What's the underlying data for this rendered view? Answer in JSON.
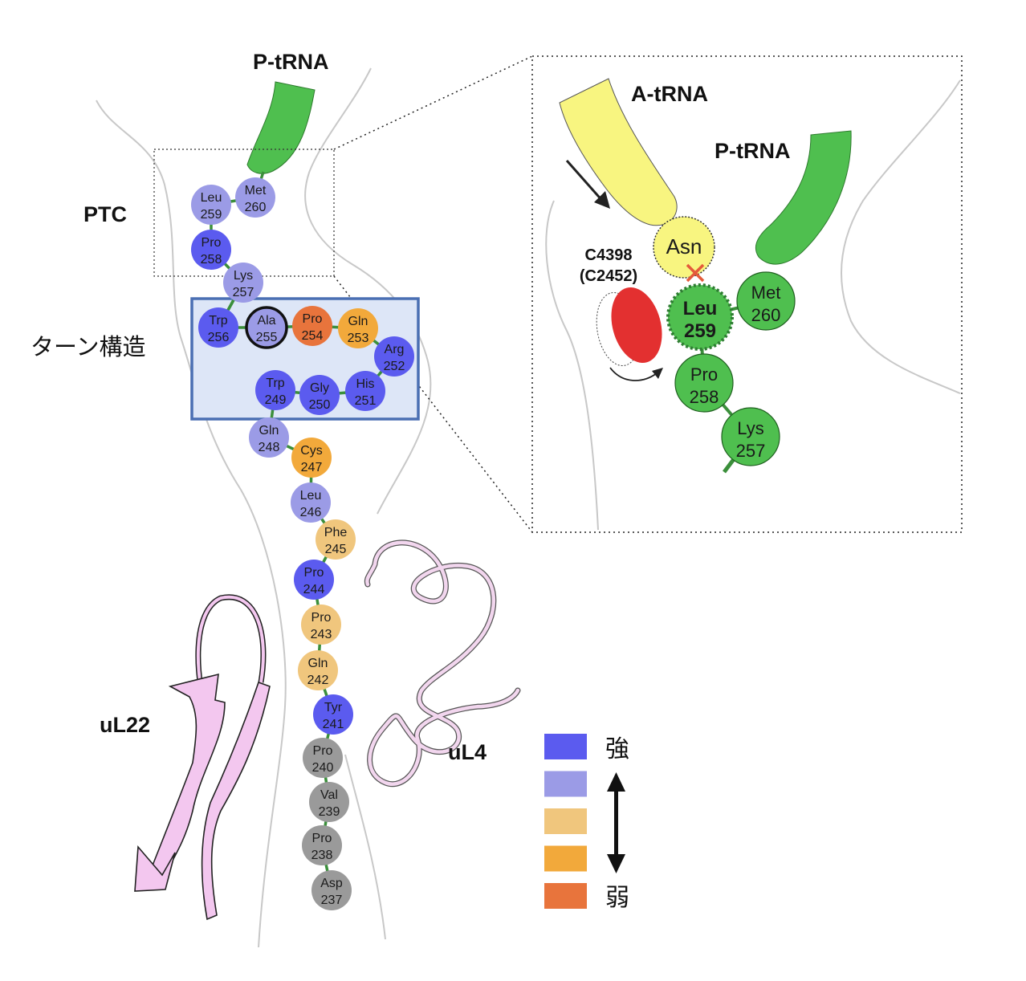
{
  "labels": {
    "p_trna": "P-tRNA",
    "ptc": "PTC",
    "turn_structure": "ターン構造",
    "ul22": "uL22",
    "ul4": "uL4"
  },
  "residues": [
    {
      "name": "Leu",
      "num": "259",
      "strength": "light"
    },
    {
      "name": "Met",
      "num": "260",
      "strength": "light"
    },
    {
      "name": "Pro",
      "num": "258",
      "strength": "strong"
    },
    {
      "name": "Lys",
      "num": "257",
      "strength": "light"
    },
    {
      "name": "Trp",
      "num": "256",
      "strength": "strong"
    },
    {
      "name": "Ala",
      "num": "255",
      "strength": "light",
      "highlight": true
    },
    {
      "name": "Pro",
      "num": "254",
      "strength": "weakest"
    },
    {
      "name": "Gln",
      "num": "253",
      "strength": "orange"
    },
    {
      "name": "Arg",
      "num": "252",
      "strength": "strong"
    },
    {
      "name": "His",
      "num": "251",
      "strength": "strong"
    },
    {
      "name": "Gly",
      "num": "250",
      "strength": "strong"
    },
    {
      "name": "Trp",
      "num": "249",
      "strength": "strong"
    },
    {
      "name": "Gln",
      "num": "248",
      "strength": "light"
    },
    {
      "name": "Cys",
      "num": "247",
      "strength": "orange"
    },
    {
      "name": "Leu",
      "num": "246",
      "strength": "light"
    },
    {
      "name": "Phe",
      "num": "245",
      "strength": "beige"
    },
    {
      "name": "Pro",
      "num": "244",
      "strength": "strong"
    },
    {
      "name": "Pro",
      "num": "243",
      "strength": "beige"
    },
    {
      "name": "Gln",
      "num": "242",
      "strength": "beige"
    },
    {
      "name": "Tyr",
      "num": "241",
      "strength": "strong"
    },
    {
      "name": "Pro",
      "num": "240",
      "strength": "none"
    },
    {
      "name": "Val",
      "num": "239",
      "strength": "none"
    },
    {
      "name": "Pro",
      "num": "238",
      "strength": "none"
    },
    {
      "name": "Asp",
      "num": "237",
      "strength": "none"
    }
  ],
  "strength_colors": {
    "strong": "#5b5bef",
    "light": "#9b9be6",
    "beige": "#f0c67d",
    "orange": "#f2a93b",
    "weakest": "#e8743c",
    "none": "#9a9a9a",
    "green": "#4fbf4f",
    "yellow": "#f8f580",
    "red": "#e33030"
  },
  "inset": {
    "a_trna": "A-tRNA",
    "p_trna": "P-tRNA",
    "asn": "Asn",
    "nucleotide": "C4398",
    "nucleotide_alt": "(C2452)",
    "residues": [
      {
        "name": "Met",
        "num": "260",
        "bold": false
      },
      {
        "name": "Leu",
        "num": "259",
        "bold": true
      },
      {
        "name": "Pro",
        "num": "258",
        "bold": false
      },
      {
        "name": "Lys",
        "num": "257",
        "bold": false
      }
    ]
  },
  "legend": {
    "strong_label": "強",
    "weak_label": "弱",
    "swatches": [
      "#5b5bef",
      "#9b9be6",
      "#f0c67d",
      "#f2a93b",
      "#e8743c"
    ]
  }
}
